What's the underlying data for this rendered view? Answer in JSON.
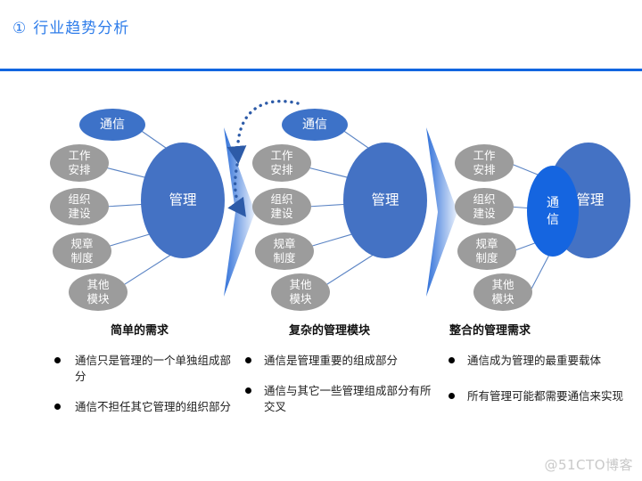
{
  "header": {
    "number": "①",
    "title": "行业趋势分析",
    "accent_color": "#2f7dea",
    "rule_color": "#1266e0"
  },
  "colors": {
    "mgmt_blue": "#4472C4",
    "comm_blue": "#3D72C8",
    "comm_bright_blue": "#1565E0",
    "gray_node": "#9C9C9C",
    "connector": "#5B84C4",
    "arrow_gradient_from": "#2E6FD8",
    "arrow_gradient_to": "#EAF1FC"
  },
  "diagram": {
    "groups": [
      {
        "name": "simple-requirement",
        "center_label": "管理",
        "comm_label": "通信",
        "comm_position": "top-outside",
        "nodes": [
          "工作安排",
          "组织建设",
          "规章制度",
          "其他模块"
        ]
      },
      {
        "name": "complex-management-module",
        "center_label": "管理",
        "comm_label": "通信",
        "comm_position": "top-outside",
        "nodes": [
          "工作安排",
          "组织建设",
          "规章制度",
          "其他模块"
        ],
        "has_dotted_arrow": true
      },
      {
        "name": "integrated-management-requirement",
        "center_label": "管理",
        "comm_label": "通信",
        "comm_position": "overlapping-center",
        "nodes": [
          "工作安排",
          "组织建设",
          "规章制度",
          "其他模块"
        ]
      }
    ],
    "node_labels": {
      "work": [
        "工作",
        "安排"
      ],
      "org": [
        "组织",
        "建设"
      ],
      "rules": [
        "规章",
        "制度"
      ],
      "other": [
        "其他",
        "模块"
      ]
    }
  },
  "columns": [
    {
      "heading": "简单的需求",
      "bullets": [
        "通信只是管理的一个单独组成部分",
        "通信不担任其它管理的组织部分"
      ]
    },
    {
      "heading": "复杂的管理模块",
      "bullets": [
        "通信是管理重要的组成部分",
        "通信与其它一些管理组成部分有所交叉"
      ]
    },
    {
      "heading": "整合的管理需求",
      "bullets": [
        "通信成为管理的最重要载体",
        "所有管理可能都需要通信来实现"
      ]
    }
  ],
  "watermark": "@51CTO博客"
}
